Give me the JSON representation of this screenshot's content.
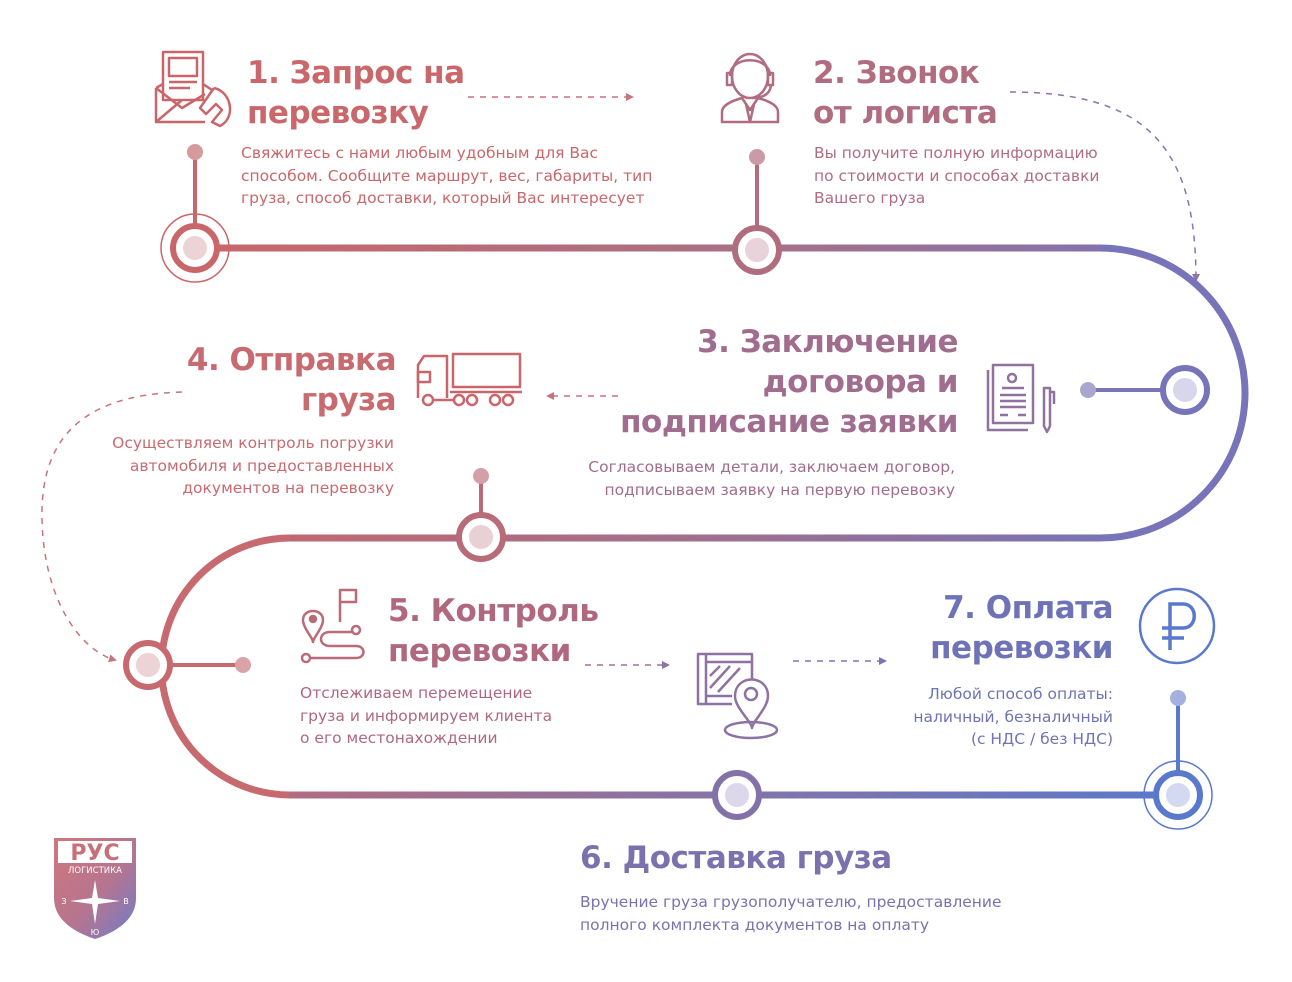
{
  "steps": [
    {
      "number": "1",
      "title_line1": "1. Запрос на",
      "title_line2": "перевозку",
      "description": [
        "Свяжитесь с нами любым удобным для Вас",
        "способом. Сообщите маршрут, вес, габариты, тип",
        "груза, способ доставки, который Вас интересует"
      ],
      "icon": "mail-phone-icon"
    },
    {
      "number": "2",
      "title_line1": "2. Звонок",
      "title_line2": "от логиста",
      "description": [
        "Вы получите полную информацию",
        "по стоимости и способах доставки",
        "Вашего груза"
      ],
      "icon": "operator-headset-icon"
    },
    {
      "number": "3",
      "title_line1": "3. Заключение",
      "title_line2": "договора и",
      "title_line3": "подписание заявки",
      "description": [
        "Согласовываем детали, заключаем договор,",
        "подписываем заявку на первую перевозку"
      ],
      "icon": "contract-pen-icon"
    },
    {
      "number": "4",
      "title_line1": "4. Отправка",
      "title_line2": "груза",
      "description": [
        "Осуществляем контроль погрузки",
        "автомобиля и предоставленных",
        "документов на перевозку"
      ],
      "icon": "truck-icon"
    },
    {
      "number": "5",
      "title_line1": "5. Контроль",
      "title_line2": "перевозки",
      "description": [
        "Отслеживаем перемещение",
        "груза и информируем клиента",
        "о его местонахождении"
      ],
      "icon": "route-tracking-icon"
    },
    {
      "number": "6",
      "title_line1": "6. Доставка груза",
      "description": [
        "Вручение груза грузополучателю, предоставление",
        "полного комплекта документов на оплату"
      ],
      "icon": "box-location-icon"
    },
    {
      "number": "7",
      "title_line1": "7. Оплата",
      "title_line2": "перевозки",
      "description": [
        "Любой способ оплаты:",
        "наличный, безналичный",
        "(с НДС / без НДС)"
      ],
      "icon": "ruble-icon"
    }
  ],
  "logo": {
    "name": "РУС",
    "subtitle": "ЛОГИСТИКА",
    "compass": [
      "З",
      "В",
      "Ю"
    ]
  },
  "colors": {
    "start": "#c9666a",
    "middle": "#9a6f95",
    "end": "#5f78c8",
    "node_fill_warm": "#ecd3d5",
    "node_fill_cool": "#d3d7ee"
  }
}
